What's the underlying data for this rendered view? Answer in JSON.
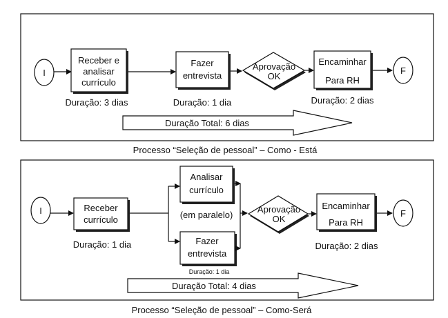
{
  "top": {
    "start": "I",
    "step1": [
      "Receber e",
      "analisar",
      "currículo"
    ],
    "step2": [
      "Fazer",
      "entrevista"
    ],
    "decision": [
      "Aprovação",
      "OK"
    ],
    "step3": [
      "Encaminhar",
      "Para RH"
    ],
    "end": "F",
    "dur1": "Duração: 3 dias",
    "dur2": "Duração: 1 dia",
    "dur3": "Duração:  2 dias",
    "total": "Duração Total:  6 dias",
    "caption": "Processo “Seleção de pessoal” –  Como - Está"
  },
  "bottom": {
    "start": "I",
    "step1": [
      "Receber",
      "currículo"
    ],
    "step2a": [
      "Analisar",
      "currículo"
    ],
    "parallel": "(em paralelo)",
    "step2b": [
      "Fazer",
      "entrevista"
    ],
    "step2b_duration": "Duração: 1 dia",
    "decision": [
      "Aprovação",
      "OK"
    ],
    "step3": [
      "Encaminhar",
      "Para RH"
    ],
    "end": "F",
    "dur1": "Duração: 1 dia",
    "dur3": "Duração:  2 dias",
    "total": "Duração Total:  4 dias",
    "caption": "Processo “Seleção de pessoal”  –  Como-Será"
  }
}
